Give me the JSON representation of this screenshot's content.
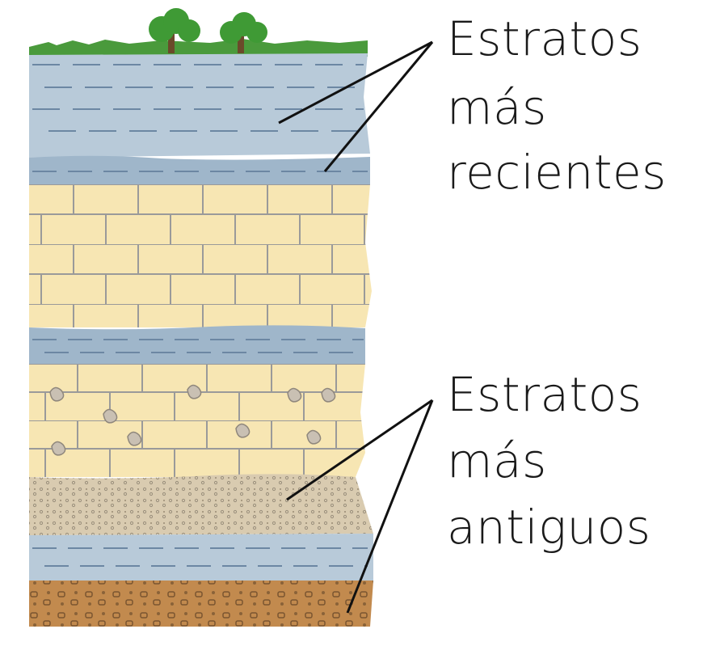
{
  "labels": {
    "upper": {
      "lines": [
        "Estratos",
        "más",
        "recientes"
      ]
    },
    "lower": {
      "lines": [
        "Estratos",
        "más",
        "antiguos"
      ]
    }
  },
  "colors": {
    "grass": "#4a9a3c",
    "tree_foliage": "#3f9a35",
    "tree_trunk": "#6b4a2a",
    "shale_light": "#b8cad9",
    "shale_dark": "#9fb6ca",
    "dash": "#6c87a3",
    "limestone": "#f7e6b3",
    "brick_line": "#9a9a9a",
    "fossil": "#a9a198",
    "sandstone": "#d9cbb0",
    "conglomerate": "#c28a4e",
    "pointer": "#111111",
    "label_text": "#1a1a1a"
  }
}
